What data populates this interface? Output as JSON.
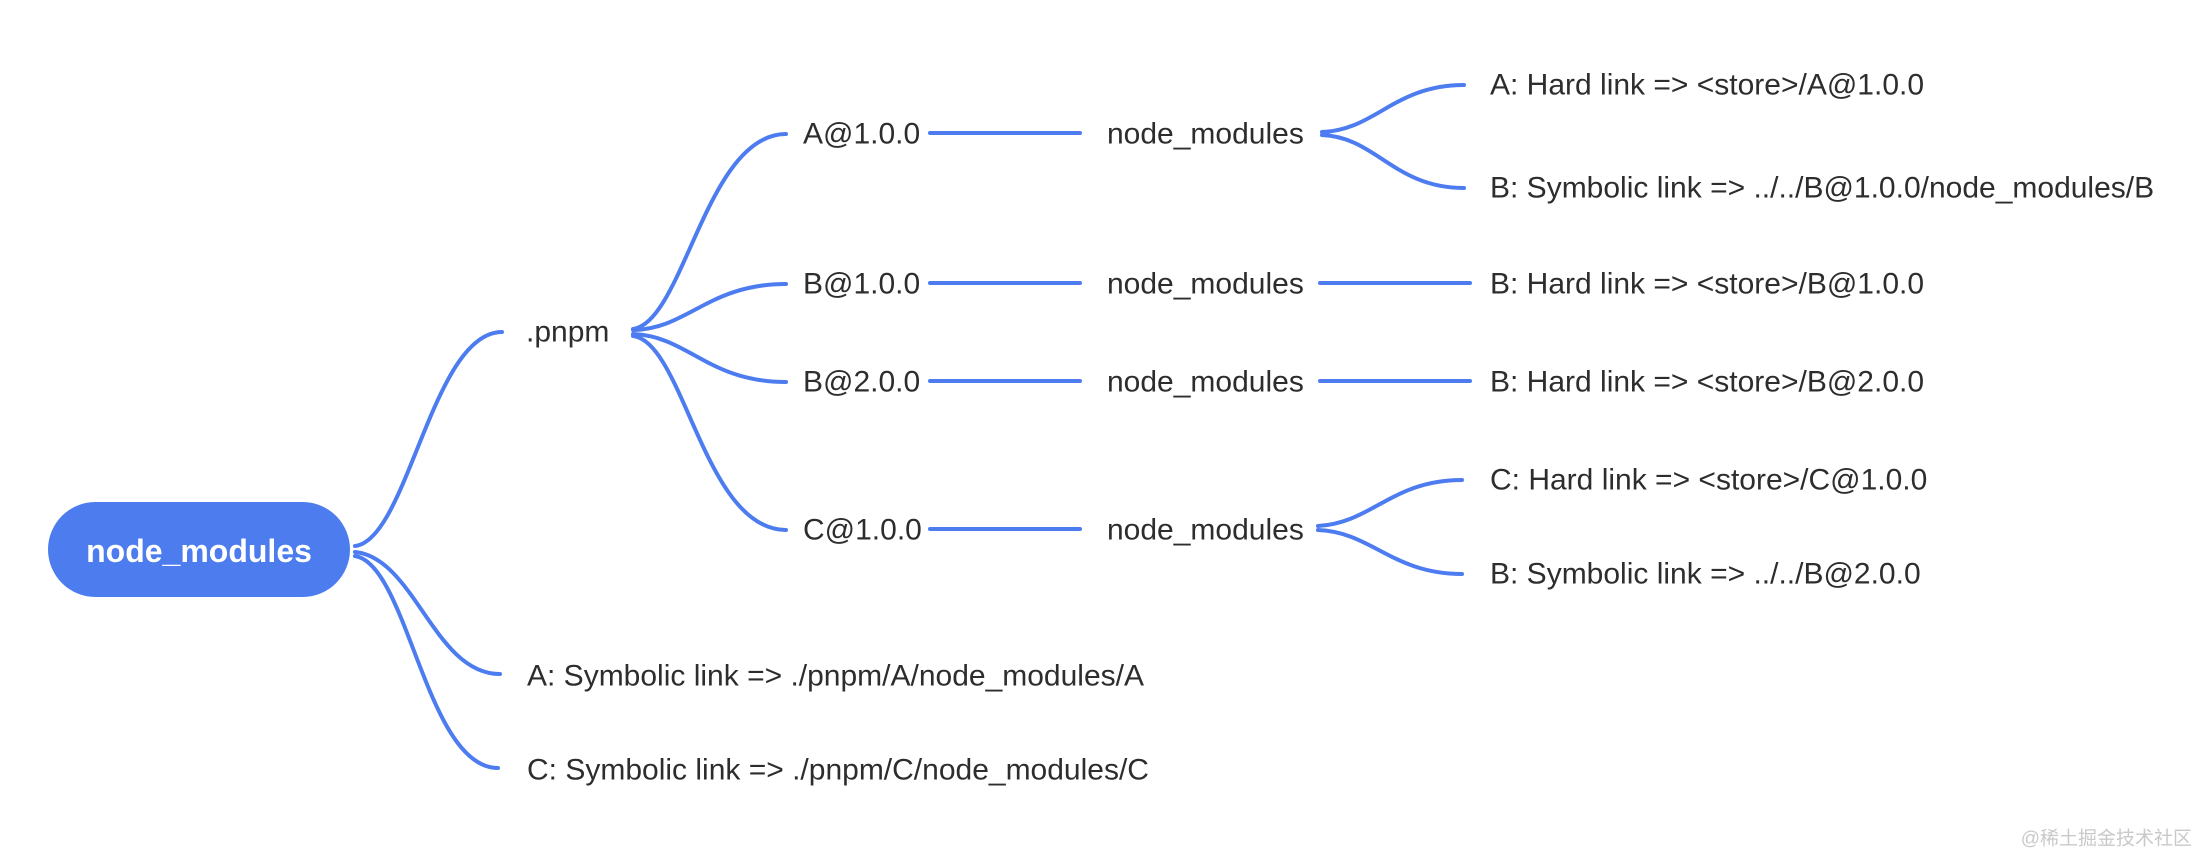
{
  "diagram": {
    "type": "mindmap",
    "root": {
      "label": "node_modules"
    },
    "pnpm": {
      "label": ".pnpm"
    },
    "packages": [
      {
        "name": "A@1.0.0",
        "dir": "node_modules",
        "links": [
          "A: Hard link => <store>/A@1.0.0",
          "B: Symbolic link => ../../B@1.0.0/node_modules/B"
        ]
      },
      {
        "name": "B@1.0.0",
        "dir": "node_modules",
        "links": [
          "B: Hard link => <store>/B@1.0.0"
        ]
      },
      {
        "name": "B@2.0.0",
        "dir": "node_modules",
        "links": [
          "B: Hard link => <store>/B@2.0.0"
        ]
      },
      {
        "name": "C@1.0.0",
        "dir": "node_modules",
        "links": [
          "C: Hard link => <store>/C@1.0.0",
          "B: Symbolic link => ../../B@2.0.0"
        ]
      }
    ],
    "root_links": [
      "A: Symbolic link => ./pnpm/A/node_modules/A",
      "C: Symbolic link => ./pnpm/C/node_modules/C"
    ],
    "watermark": "@稀土掘金技术社区",
    "colors": {
      "node_fill": "#4C7CEE",
      "edge": "#4C7CEF",
      "text": "#2D2D2D",
      "node_text": "#FFFFFF",
      "watermark": "#C9C9C9"
    }
  }
}
